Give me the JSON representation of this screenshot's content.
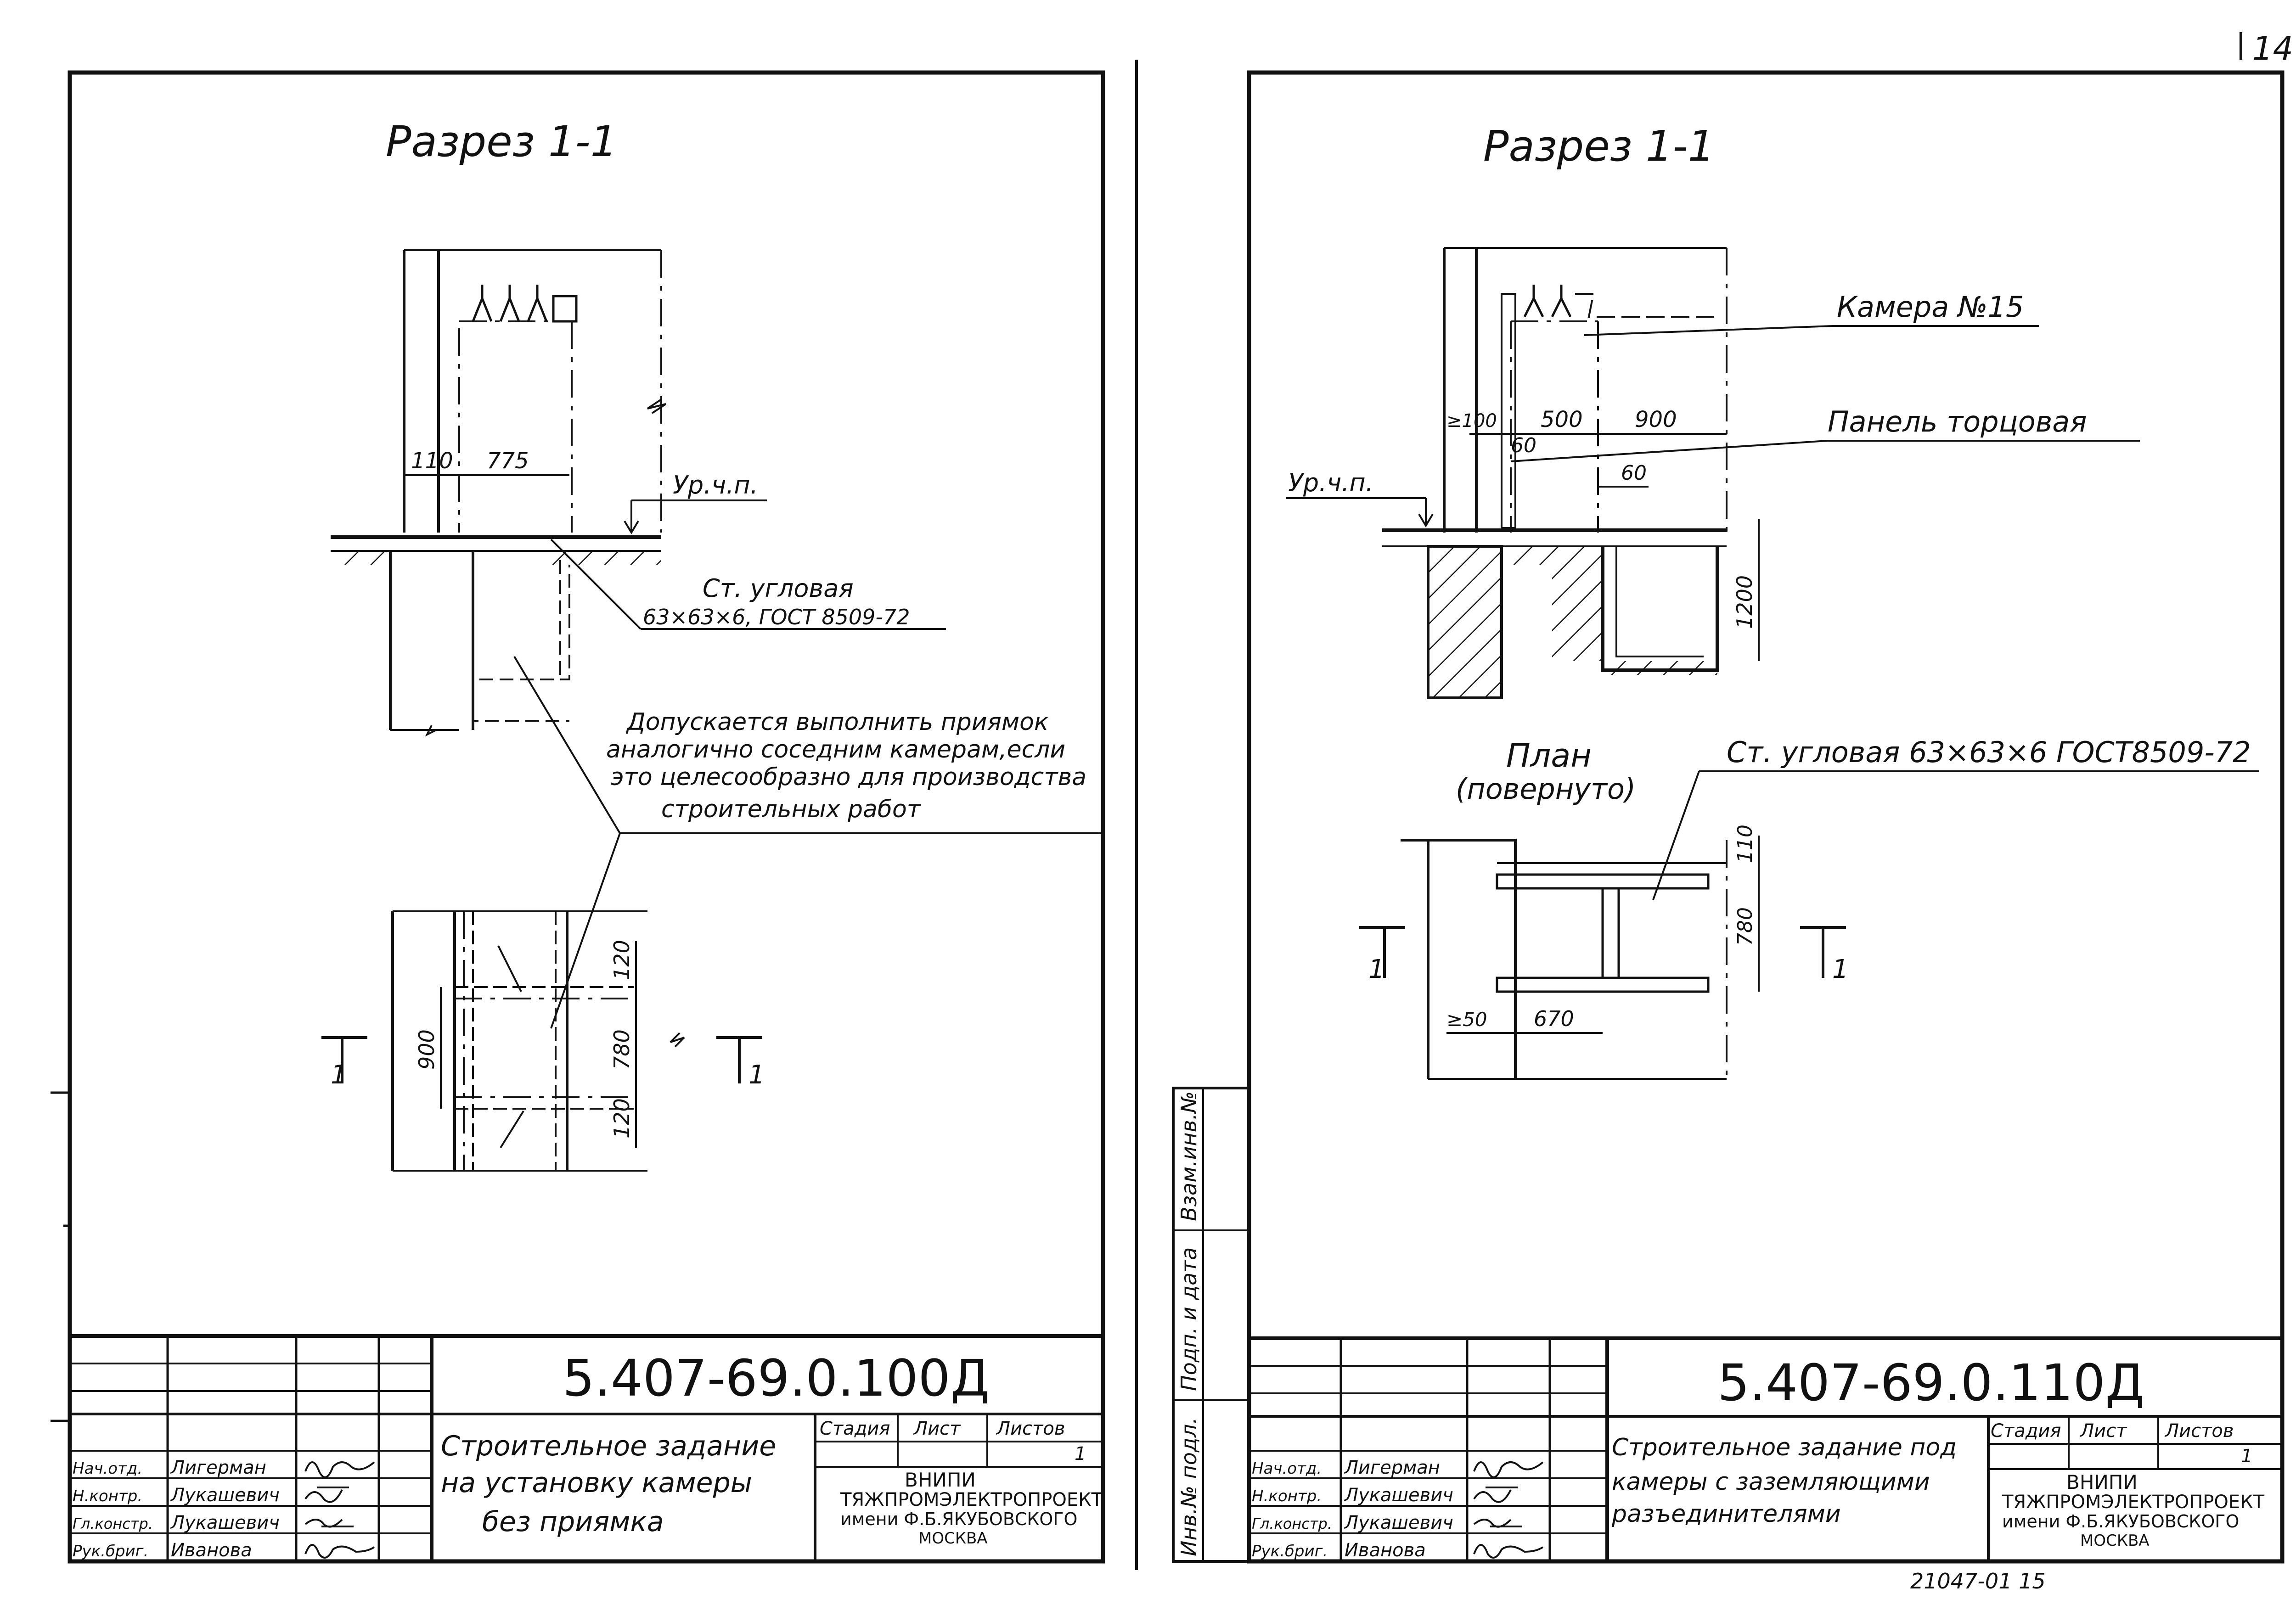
{
  "page_number": "14",
  "footer_note": "21047-01   15",
  "side_stamp": [
    "Взам.инв.№",
    "Подп. и дата",
    "Инв.№ подл."
  ],
  "left_sheet": {
    "section_title": "Разрез 1-1",
    "dims": {
      "d110": "110",
      "d775": "775",
      "d900": "900",
      "d120a": "120",
      "d780": "780",
      "d120b": "120"
    },
    "level_label": "Ур.ч.п.",
    "angle_label_1": "Ст. угловая",
    "angle_label_2": "63×63×6, ГОСТ 8509-72",
    "note_lines": [
      "Допускается выполнить приямок",
      "аналогично соседним камерам,если",
      "это целесообразно для производства",
      "строительных работ"
    ],
    "cut_mark": "1",
    "doc_code": "5.407-69.0.100Д",
    "doc_title": [
      "Строительное задание",
      "на установку камеры",
      "без приямка"
    ],
    "staff": [
      {
        "role": "Нач.отд.",
        "name": "Лигерман"
      },
      {
        "role": "Н.контр.",
        "name": "Лукашевич"
      },
      {
        "role": "Гл.констр.",
        "name": "Лукашевич"
      },
      {
        "role": "Рук.бриг.",
        "name": "Иванова"
      }
    ],
    "stage_label": "Стадия",
    "sheet_label": "Лист",
    "sheets_label": "Листов",
    "sheets_value": "1",
    "org_lines": [
      "ВНИПИ",
      "ТЯЖПРОМЭЛЕКТРОПРОЕКТ",
      "имени Ф.Б.ЯКУБОВСКОГО",
      "МОСКВА"
    ]
  },
  "right_sheet": {
    "section_title": "Разрез 1-1",
    "camera_label": "Камера №15",
    "panel_label": "Панель торцовая",
    "level_label": "Ур.ч.п.",
    "dims": {
      "d100": "≥100",
      "d500": "500",
      "d900": "900",
      "d60a": "60",
      "d60b": "60",
      "d1200": "1200",
      "d110": "110",
      "d780": "780",
      "d50": "≥50",
      "d670": "670"
    },
    "plan_title": "План",
    "plan_subtitle": "(повернуто)",
    "angle_label": "Ст. угловая 63×63×6 ГОСТ8509-72",
    "cut_mark": "1",
    "doc_code": "5.407-69.0.110Д",
    "doc_title": [
      "Строительное задание под",
      "камеры с заземляющими",
      "разъединителями"
    ],
    "staff": [
      {
        "role": "Нач.отд.",
        "name": "Лигерман"
      },
      {
        "role": "Н.контр.",
        "name": "Лукашевич"
      },
      {
        "role": "Гл.констр.",
        "name": "Лукашевич"
      },
      {
        "role": "Рук.бриг.",
        "name": "Иванова"
      }
    ],
    "stage_label": "Стадия",
    "sheet_label": "Лист",
    "sheets_label": "Листов",
    "sheets_value": "1",
    "org_lines": [
      "ВНИПИ",
      "ТЯЖПРОМЭЛЕКТРОПРОЕКТ",
      "имени Ф.Б.ЯКУБОВСКОГО",
      "МОСКВА"
    ]
  }
}
